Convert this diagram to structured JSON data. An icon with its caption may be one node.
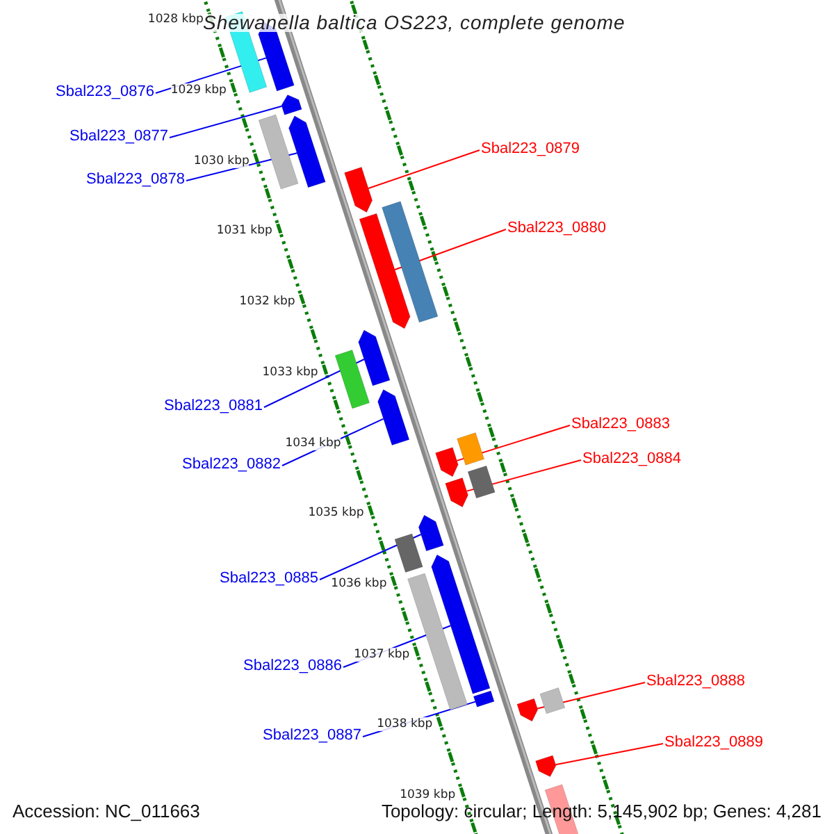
{
  "diagram": {
    "title": "Shewanella baltica OS223, complete genome",
    "nodes": [
      {
        "text": [
          "Sbal223_0876"
        ]
      },
      {
        "text": [
          "Sbal223_0877"
        ]
      },
      {
        "text": [
          "Sbal223_0878"
        ]
      },
      {
        "text": [
          "Sbal223_0879"
        ]
      },
      {
        "text": [
          "Sbal223_0880"
        ]
      },
      {
        "text": [
          "Sbal223_0881"
        ]
      },
      {
        "text": [
          "Sbal223_0882"
        ]
      },
      {
        "text": [
          "Sbal223_0883"
        ]
      },
      {
        "text": [
          "Sbal223_0884"
        ]
      },
      {
        "text": [
          "Sbal223_0885"
        ]
      },
      {
        "text": [
          "Sbal223_0886"
        ]
      },
      {
        "text": [
          "Sbal223_0887"
        ]
      },
      {
        "text": [
          "Sbal223_0888"
        ]
      },
      {
        "text": [
          "Sbal223_0889"
        ]
      },
      {
        "text": [],
        "shape": "arrow"
      },
      {
        "text": [],
        "shape": "arrow"
      },
      {
        "text": [],
        "shape": "arrow"
      },
      {
        "text": [],
        "shape": "arrow"
      },
      {
        "text": [],
        "shape": "arrow"
      },
      {
        "text": [],
        "shape": "arrow"
      },
      {
        "text": [],
        "shape": "arrow"
      },
      {
        "text": [],
        "shape": "arrow"
      },
      {
        "text": [],
        "shape": "arrow"
      },
      {
        "text": [],
        "shape": "arrow"
      },
      {
        "text": [],
        "shape": "arrow"
      },
      {
        "text": [],
        "shape": "box"
      },
      {
        "text": [],
        "shape": "arrow"
      },
      {
        "text": [],
        "shape": "arrow"
      },
      {
        "text": [],
        "shape": "bar"
      },
      {
        "text": [],
        "shape": "bar"
      },
      {
        "text": [],
        "shape": "bar"
      },
      {
        "text": [],
        "shape": "bar"
      },
      {
        "text": [],
        "shape": "bar"
      },
      {
        "text": [],
        "shape": "bar"
      },
      {
        "text": [],
        "shape": "bar"
      },
      {
        "text": [],
        "shape": "bar"
      },
      {
        "text": [],
        "shape": "bar"
      },
      {
        "text": [],
        "shape": "bar"
      }
    ],
    "edges": [
      {
        "from": 0,
        "to": 14,
        "arrow": "none"
      },
      {
        "from": 1,
        "to": 15,
        "arrow": "none"
      },
      {
        "from": 2,
        "to": 16,
        "arrow": "none"
      },
      {
        "from": 3,
        "to": 17,
        "arrow": "none",
        "color": "#ff0000"
      },
      {
        "from": 4,
        "to": 18,
        "arrow": "none",
        "color": "#ff0000"
      },
      {
        "from": 5,
        "to": 19,
        "arrow": "none"
      },
      {
        "from": 6,
        "to": 20,
        "arrow": "none"
      },
      {
        "from": 7,
        "to": 21,
        "arrow": "none",
        "color": "#ff0000"
      },
      {
        "from": 8,
        "to": 22,
        "arrow": "none",
        "color": "#ff0000"
      },
      {
        "from": 9,
        "to": 23,
        "arrow": "none"
      },
      {
        "from": 10,
        "to": 24,
        "arrow": "none"
      },
      {
        "from": 11,
        "to": 25,
        "arrow": "none"
      },
      {
        "from": 12,
        "to": 26,
        "arrow": "none",
        "color": "#ff0000"
      },
      {
        "from": 13,
        "to": 27,
        "arrow": "none",
        "color": "#ff0000"
      }
    ],
    "labels": [
      "1028 kbp",
      "1029 kbp",
      "1030 kbp",
      "1031 kbp",
      "1032 kbp",
      "1033 kbp",
      "1034 kbp",
      "1035 kbp",
      "1036 kbp",
      "1037 kbp",
      "1038 kbp",
      "1039 kbp",
      "Accession: NC_011663",
      "Topology: circular; Length: 5,145,902 bp; Genes: 4,281"
    ]
  }
}
